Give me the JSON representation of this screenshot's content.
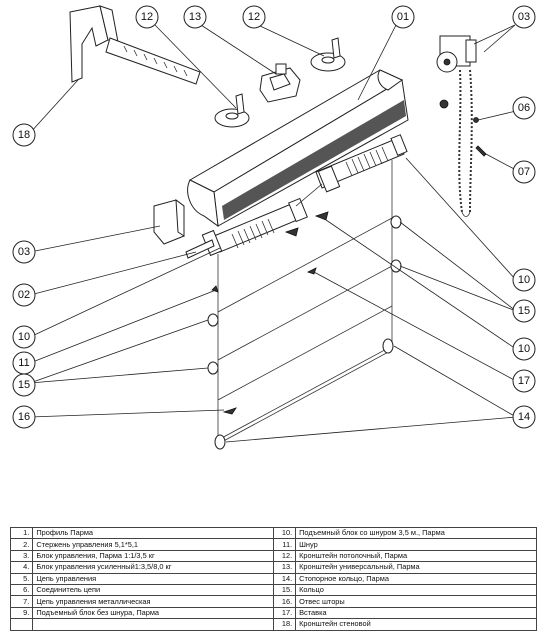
{
  "callouts": [
    {
      "id": "c12a",
      "label": "12"
    },
    {
      "id": "c13",
      "label": "13"
    },
    {
      "id": "c12b",
      "label": "12"
    },
    {
      "id": "c01",
      "label": "01"
    },
    {
      "id": "c03a",
      "label": "03"
    },
    {
      "id": "c18",
      "label": "18"
    },
    {
      "id": "c06",
      "label": "06"
    },
    {
      "id": "c07",
      "label": "07"
    },
    {
      "id": "c03b",
      "label": "03"
    },
    {
      "id": "c02",
      "label": "02"
    },
    {
      "id": "c10a",
      "label": "10"
    },
    {
      "id": "c15a",
      "label": "15"
    },
    {
      "id": "c10b",
      "label": "10"
    },
    {
      "id": "c10c",
      "label": "10"
    },
    {
      "id": "c11",
      "label": "11"
    },
    {
      "id": "c15b",
      "label": "15"
    },
    {
      "id": "c17",
      "label": "17"
    },
    {
      "id": "c16",
      "label": "16"
    },
    {
      "id": "c14",
      "label": "14"
    }
  ],
  "legend": [
    {
      "num_l": "1.",
      "text_l": "Профиль Парма",
      "num_r": "10.",
      "text_r": "Подъемный блок со шнуром 3,5 м., Парма"
    },
    {
      "num_l": "2.",
      "text_l": "Стержень управления 5,1*5,1",
      "num_r": "11.",
      "text_r": "Шнур"
    },
    {
      "num_l": "3.",
      "text_l": "Блок управления, Парма 1:1/3,5 кг",
      "num_r": "12.",
      "text_r": "Кронштейн потолочный, Парма"
    },
    {
      "num_l": "4.",
      "text_l": "Блок управления усиленный1:3,5/8,0 кг",
      "num_r": "13.",
      "text_r": "Кронштейн универсальный, Парма"
    },
    {
      "num_l": "5.",
      "text_l": "Цепь управления",
      "num_r": "14.",
      "text_r": "Стопорное кольцо, Парма"
    },
    {
      "num_l": "6.",
      "text_l": "Соединитель цепи",
      "num_r": "15.",
      "text_r": "Кольцо"
    },
    {
      "num_l": "7.",
      "text_l": "Цепь управления металлическая",
      "num_r": "16.",
      "text_r": "Отвес шторы"
    },
    {
      "num_l": "9.",
      "text_l": "Подъемный блок без шнура, Парма",
      "num_r": "17.",
      "text_r": "Вставка"
    },
    {
      "num_l": "",
      "text_l": "",
      "num_r": "18.",
      "text_r": "Кронштейн стеновой"
    }
  ]
}
